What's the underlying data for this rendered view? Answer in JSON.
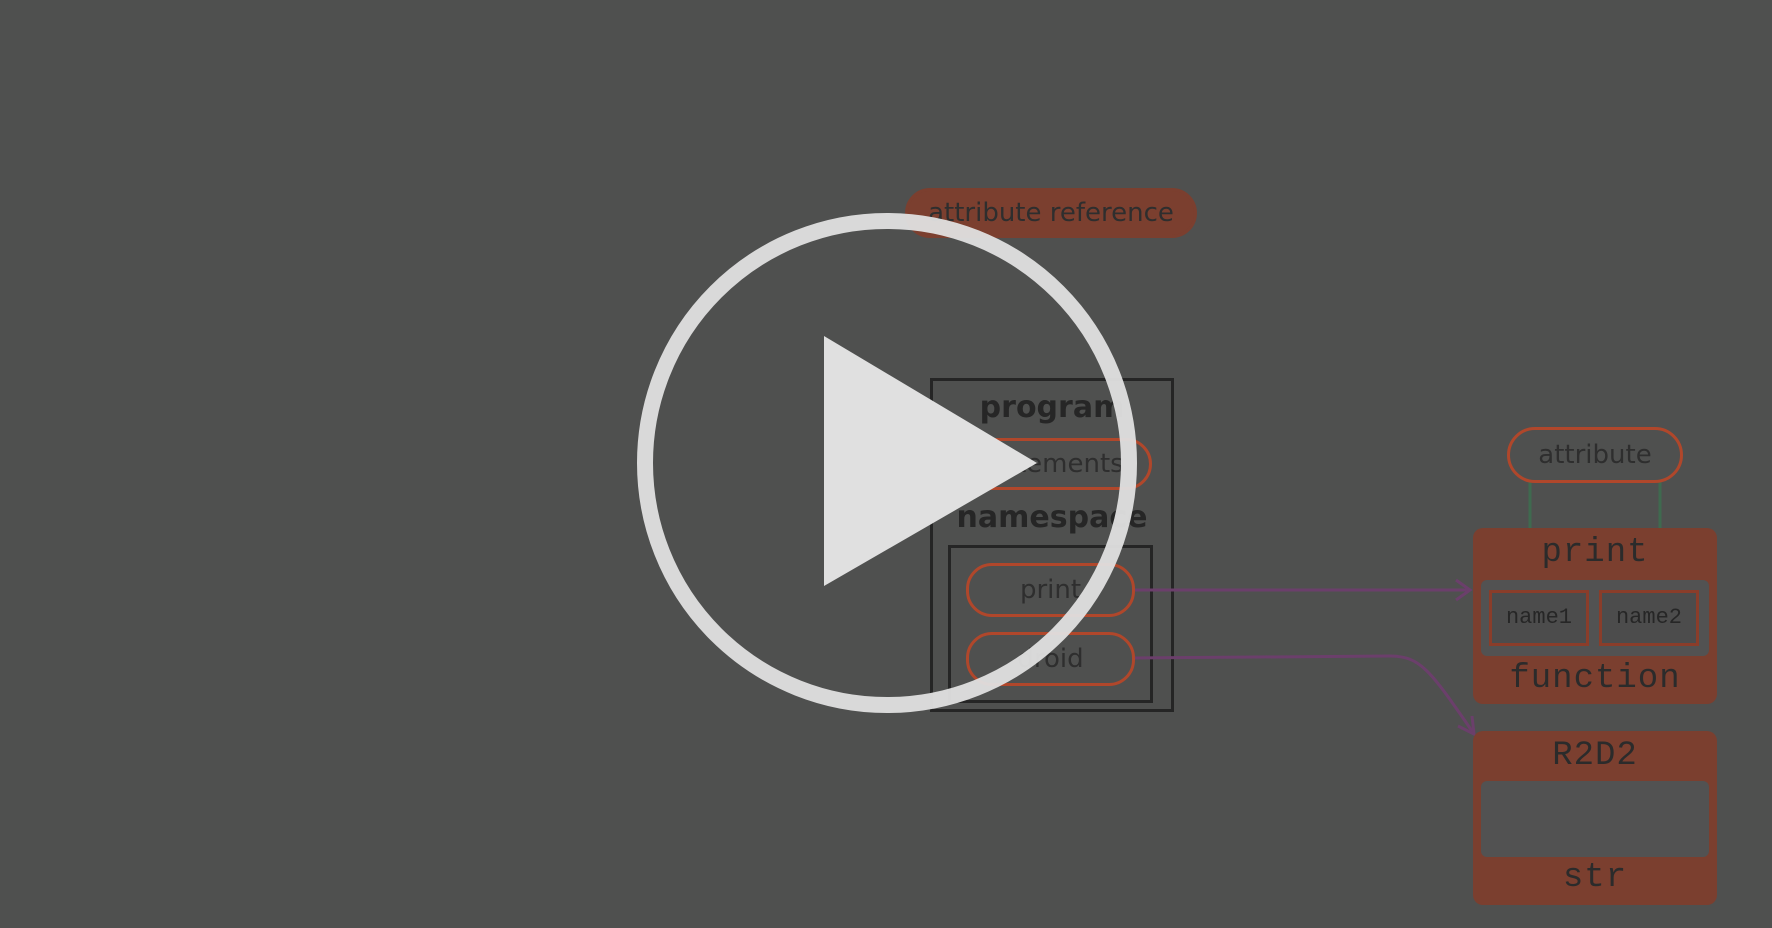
{
  "video": {
    "play_button_label": "",
    "colors": {
      "background": "#4f504f",
      "accent": "#b0472b",
      "play": "#e0e0e0"
    }
  },
  "diagram": {
    "attribute_reference": "attribute reference",
    "program": "program",
    "statements": "statements",
    "namespace": "namespace",
    "names": [
      "print",
      "droid"
    ],
    "attribute": "attribute",
    "function_object": {
      "title": "print",
      "slots": [
        "name1",
        "name2"
      ],
      "type": "function"
    },
    "str_object": {
      "title": "R2D2",
      "type": "str"
    }
  }
}
